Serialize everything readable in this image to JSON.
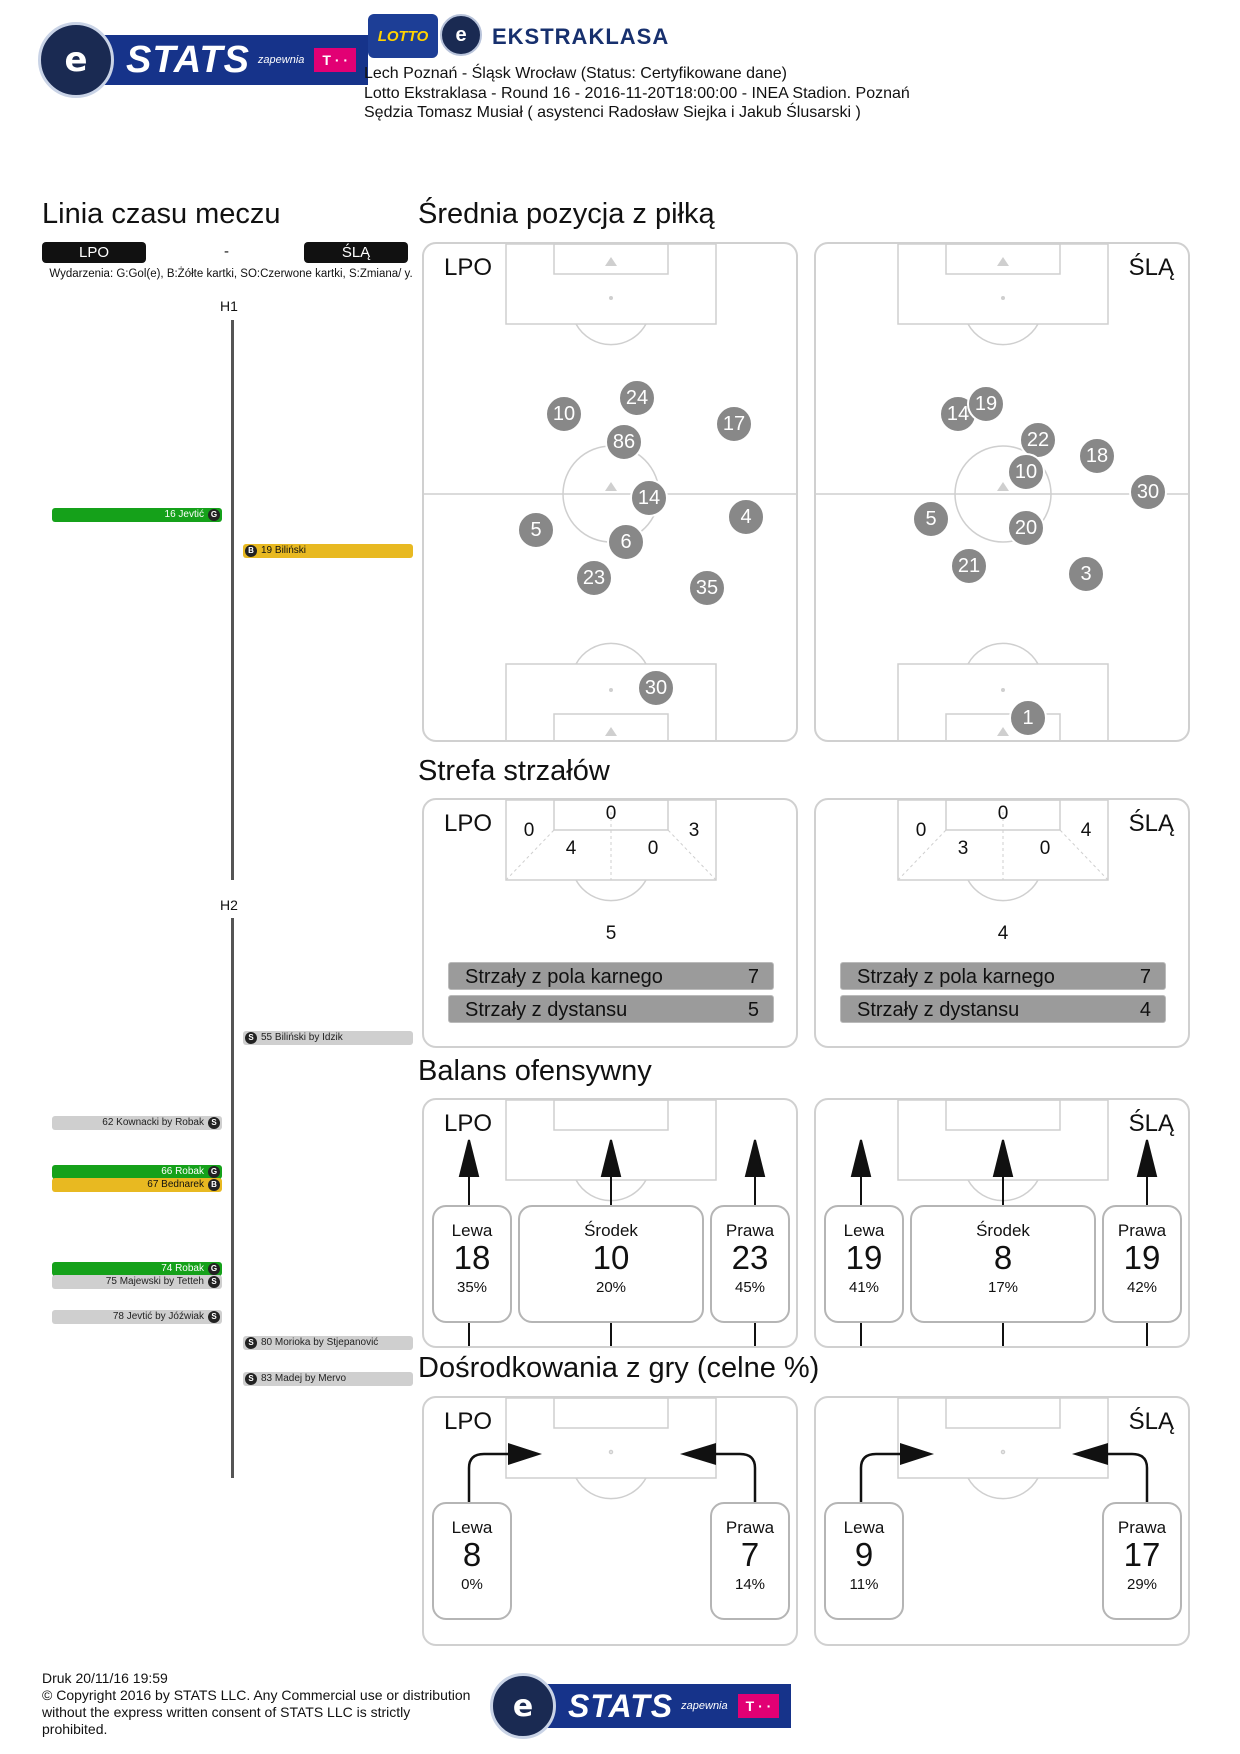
{
  "header": {
    "stats_word": "STATS",
    "stats_sub": "zapewnia",
    "tmark": "T · ·",
    "lotto": "LOTTO",
    "ekstraklasa": "EKSTRAKLASA",
    "match_line": "Lech Poznań - Śląsk Wrocław (Status: Certyfikowane dane)",
    "round_line": "Lotto Ekstraklasa - Round 16 - 2016-11-20T18:00:00 - INEA Stadion. Poznań",
    "referee_line": "Sędzia Tomasz Musiał ( asystenci Radosław Siejka i Jakub Ślusarski )"
  },
  "timeline": {
    "title": "Linia czasu meczu",
    "home": "LPO",
    "sep": "-",
    "away": "ŚLĄ",
    "legend": "Wydarzenia: G:Gol(e), B:Żółte kartki, SO:Czerwone kartki, S:Zmiana/ y.",
    "h1": "H1",
    "h2": "H2",
    "events": [
      {
        "side": "l",
        "color": "green",
        "text": "16 Jevtić",
        "tag": "G"
      },
      {
        "side": "r",
        "color": "yellow",
        "text": "19 Biliński",
        "tag": "B"
      },
      {
        "side": "r",
        "color": "grey",
        "text": "55 Biliński by Idzik",
        "tag": "S"
      },
      {
        "side": "l",
        "color": "grey",
        "text": "62 Kownacki by Robak",
        "tag": "S"
      },
      {
        "side": "l",
        "color": "green",
        "text": "66 Robak",
        "tag": "G"
      },
      {
        "side": "l",
        "color": "yellow",
        "text": "67 Bednarek",
        "tag": "B"
      },
      {
        "side": "l",
        "color": "green",
        "text": "74 Robak",
        "tag": "G"
      },
      {
        "side": "l",
        "color": "grey",
        "text": "75 Majewski by Tetteh",
        "tag": "S"
      },
      {
        "side": "l",
        "color": "grey",
        "text": "78 Jevtić by Jóźwiak",
        "tag": "S"
      },
      {
        "side": "r",
        "color": "grey",
        "text": "80 Morioka by Stjepanović",
        "tag": "S"
      },
      {
        "side": "r",
        "color": "grey",
        "text": "83 Madej by Mervo",
        "tag": "S"
      }
    ]
  },
  "avg_position": {
    "title": "Średnia pozycja z piłką",
    "home_label": "LPO",
    "away_label": "ŚLĄ",
    "home_players": [
      "10",
      "24",
      "17",
      "86",
      "14",
      "4",
      "5",
      "6",
      "23",
      "35",
      "30"
    ],
    "away_players": [
      "14",
      "19",
      "22",
      "18",
      "10",
      "30",
      "5",
      "20",
      "21",
      "3",
      "1"
    ]
  },
  "shot_zone": {
    "title": "Strefa strzałów",
    "home": {
      "label": "LPO",
      "top": "0",
      "left_out": "0",
      "left_in": "4",
      "right_in": "0",
      "right_out": "3",
      "outside": "5",
      "box_label": "Strzały z pola karnego",
      "box_val": "7",
      "dist_label": "Strzały z dystansu",
      "dist_val": "5"
    },
    "away": {
      "label": "ŚLĄ",
      "top": "0",
      "left_out": "0",
      "left_in": "3",
      "right_in": "0",
      "right_out": "4",
      "outside": "4",
      "box_label": "Strzały z pola karnego",
      "box_val": "7",
      "dist_label": "Strzały z dystansu",
      "dist_val": "4"
    }
  },
  "attack_balance": {
    "title": "Balans ofensywny",
    "home": {
      "label": "LPO",
      "left": {
        "name": "Lewa",
        "value": "18",
        "pct": "35%"
      },
      "center": {
        "name": "Środek",
        "value": "10",
        "pct": "20%"
      },
      "right": {
        "name": "Prawa",
        "value": "23",
        "pct": "45%"
      }
    },
    "away": {
      "label": "ŚLĄ",
      "left": {
        "name": "Lewa",
        "value": "19",
        "pct": "41%"
      },
      "center": {
        "name": "Środek",
        "value": "8",
        "pct": "17%"
      },
      "right": {
        "name": "Prawa",
        "value": "19",
        "pct": "42%"
      }
    }
  },
  "crosses": {
    "title": "Dośrodkowania z gry (celne %)",
    "home": {
      "label": "LPO",
      "left": {
        "name": "Lewa",
        "value": "8",
        "pct": "0%"
      },
      "right": {
        "name": "Prawa",
        "value": "7",
        "pct": "14%"
      }
    },
    "away": {
      "label": "ŚLĄ",
      "left": {
        "name": "Lewa",
        "value": "9",
        "pct": "11%"
      },
      "right": {
        "name": "Prawa",
        "value": "17",
        "pct": "29%"
      }
    }
  },
  "footer": {
    "print": "Druk 20/11/16 19:59",
    "copyright": "© Copyright 2016 by STATS LLC. Any Commercial use or distribution without the express written consent of STATS LLC is strictly prohibited."
  },
  "colors": {
    "player": "#888888",
    "goal": "#15a11a",
    "card": "#e8b921",
    "sub": "#cfcfcf",
    "brand": "#16338a"
  }
}
